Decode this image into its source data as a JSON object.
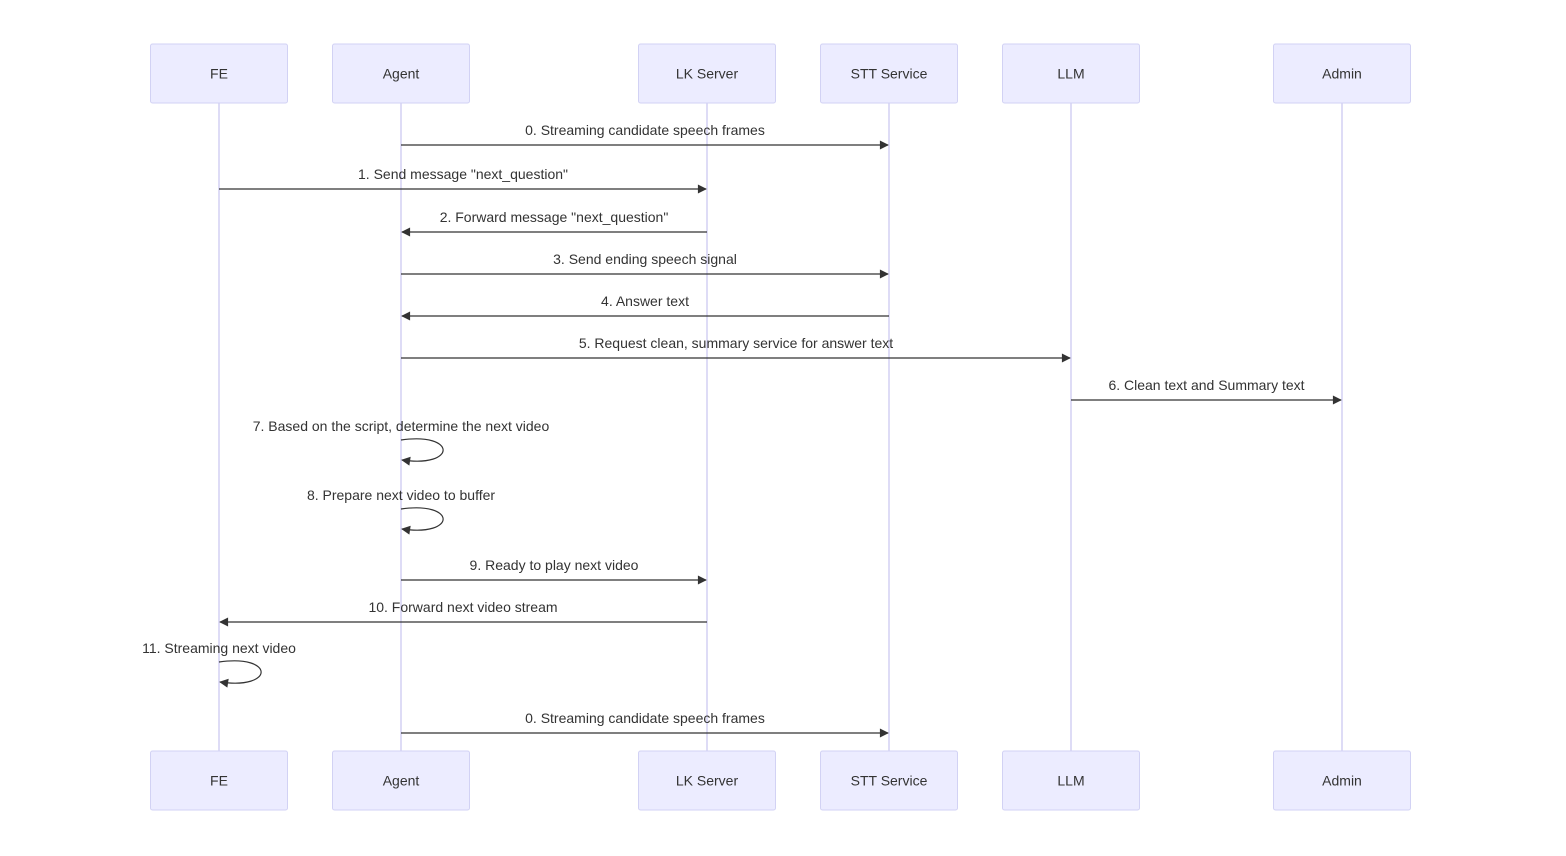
{
  "diagram": {
    "type": "sequence",
    "participants": [
      {
        "id": "fe",
        "label": "FE"
      },
      {
        "id": "agent",
        "label": "Agent"
      },
      {
        "id": "lk",
        "label": "LK Server"
      },
      {
        "id": "stt",
        "label": "STT Service"
      },
      {
        "id": "llm",
        "label": "LLM"
      },
      {
        "id": "admin",
        "label": "Admin"
      }
    ],
    "messages": [
      {
        "from": "agent",
        "to": "stt",
        "label": "0. Streaming candidate speech frames"
      },
      {
        "from": "fe",
        "to": "lk",
        "label": "1. Send message \"next_question\""
      },
      {
        "from": "lk",
        "to": "agent",
        "label": "2. Forward message \"next_question\""
      },
      {
        "from": "agent",
        "to": "stt",
        "label": "3. Send ending speech signal"
      },
      {
        "from": "stt",
        "to": "agent",
        "label": "4. Answer text"
      },
      {
        "from": "agent",
        "to": "llm",
        "label": "5. Request clean, summary service for answer text"
      },
      {
        "from": "llm",
        "to": "admin",
        "label": "6. Clean text and Summary text"
      },
      {
        "from": "agent",
        "to": "agent",
        "label": "7. Based on the script, determine the next video"
      },
      {
        "from": "agent",
        "to": "agent",
        "label": "8. Prepare next video to buffer"
      },
      {
        "from": "agent",
        "to": "lk",
        "label": "9. Ready to play next video"
      },
      {
        "from": "lk",
        "to": "fe",
        "label": "10. Forward next video stream"
      },
      {
        "from": "fe",
        "to": "fe",
        "label": "11. Streaming next video"
      },
      {
        "from": "agent",
        "to": "stt",
        "label": "0. Streaming candidate speech frames"
      }
    ]
  }
}
